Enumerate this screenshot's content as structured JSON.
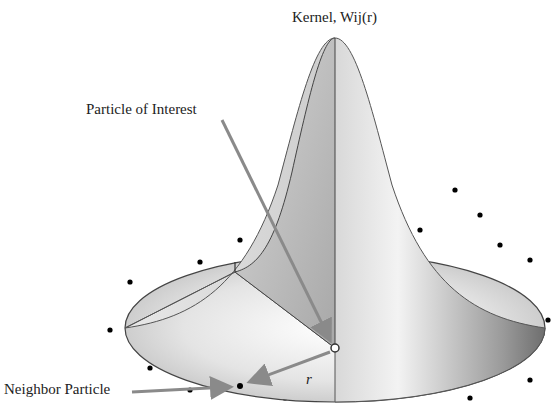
{
  "diagram": {
    "labels": [
      "Kernel, Wij(r)",
      "Particle of Interest",
      "Neighbor Particle",
      "r"
    ]
  }
}
